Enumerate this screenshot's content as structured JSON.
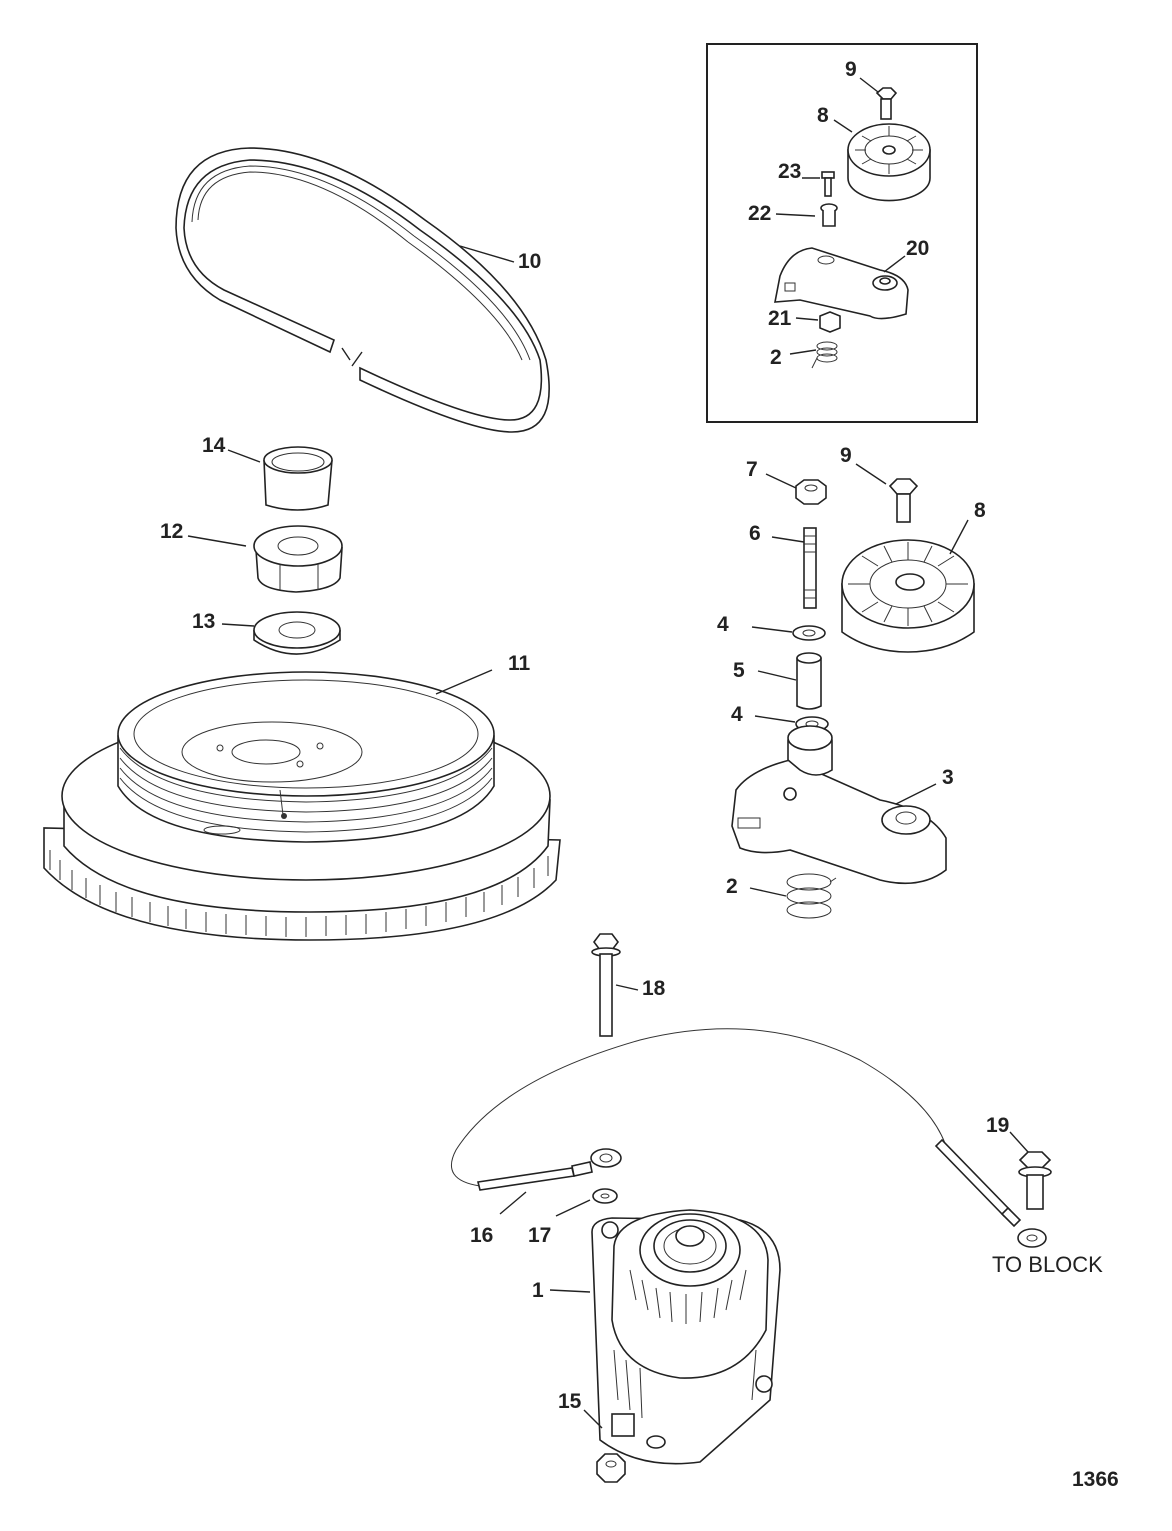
{
  "diagram": {
    "callouts": {
      "c1": "1",
      "c2a": "2",
      "c2b": "2",
      "c3": "3",
      "c4a": "4",
      "c4b": "4",
      "c5": "5",
      "c6": "6",
      "c7": "7",
      "c8a": "8",
      "c8b": "8",
      "c9a": "9",
      "c9b": "9",
      "c10": "10",
      "c11": "11",
      "c12": "12",
      "c13": "13",
      "c14": "14",
      "c15": "15",
      "c16": "16",
      "c17": "17",
      "c18": "18",
      "c19": "19",
      "c20": "20",
      "c21": "21",
      "c22": "22",
      "c23": "23"
    },
    "to_block_label": "TO BLOCK",
    "figure_number": "1366"
  }
}
